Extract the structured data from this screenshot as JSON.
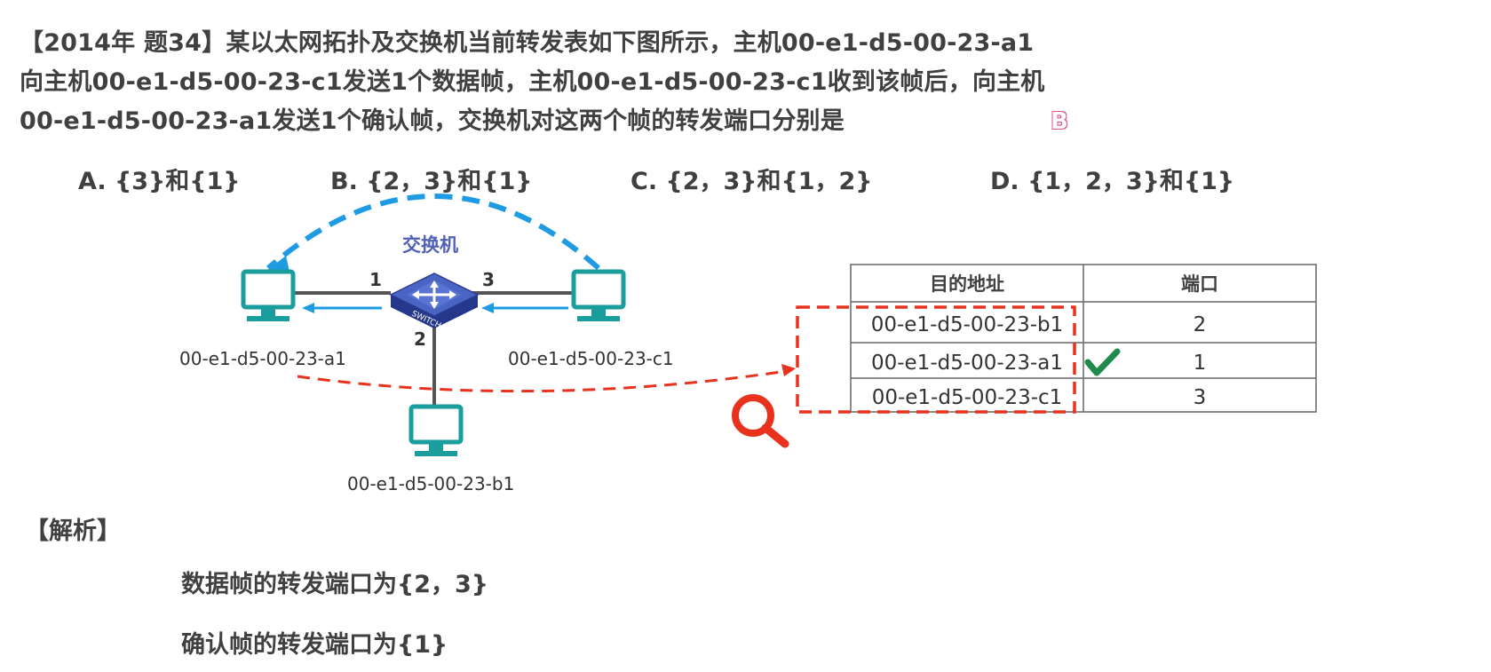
{
  "question": {
    "line1": "【2014年 题34】某以太网拓扑及交换机当前转发表如下图所示，主机00-e1-d5-00-23-a1",
    "line2": "向主机00-e1-d5-00-23-c1发送1个数据帧，主机00-e1-d5-00-23-c1收到该帧后，向主机",
    "line3": "00-e1-d5-00-23-a1发送1个确认帧，交换机对这两个帧的转发端口分别是",
    "answer": "B"
  },
  "options": [
    {
      "label": "A. {3}和{1}"
    },
    {
      "label": "B. {2，3}和{1}"
    },
    {
      "label": "C. {2，3}和{1，2}"
    },
    {
      "label": "D. {1，2，3}和{1}"
    }
  ],
  "topology": {
    "switch_label": "交换机",
    "switch_text": "SWITCH",
    "ports": [
      "1",
      "2",
      "3"
    ],
    "hosts": [
      {
        "mac": "00-e1-d5-00-23-a1"
      },
      {
        "mac": "00-e1-d5-00-23-c1"
      },
      {
        "mac": "00-e1-d5-00-23-b1"
      }
    ]
  },
  "forwarding_table": {
    "headers": [
      "目的地址",
      "端口"
    ],
    "rows": [
      {
        "address": "00-e1-d5-00-23-b1",
        "port": "2"
      },
      {
        "address": "00-e1-d5-00-23-a1",
        "port": "1"
      },
      {
        "address": "00-e1-d5-00-23-c1",
        "port": "3"
      }
    ]
  },
  "analysis": {
    "heading": "【解析】",
    "line1": "数据帧的转发端口为{2，3}",
    "line2": "确认帧的转发端口为{1}"
  },
  "colors": {
    "text": "#404040",
    "blue_arrow": "#1f9be3",
    "red_dash": "#e8321e",
    "monitor": "#1a9d9d",
    "switch": "#3a4fa8",
    "check": "#1f8a4c",
    "answer_badge": "#e0508a"
  }
}
